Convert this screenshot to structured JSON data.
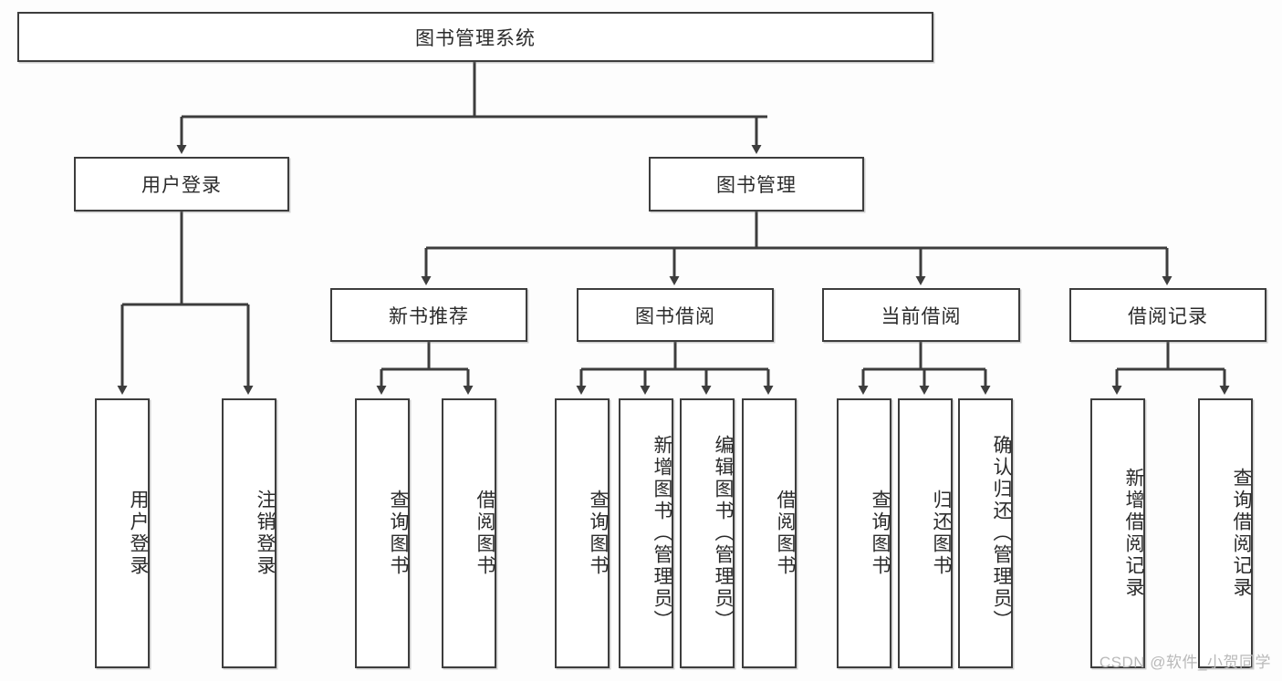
{
  "diagram": {
    "title_node": {
      "label": "图书管理系统"
    },
    "level2": [
      {
        "label": "用户登录"
      },
      {
        "label": "图书管理"
      }
    ],
    "level3": [
      {
        "label": "新书推荐"
      },
      {
        "label": "图书借阅"
      },
      {
        "label": "当前借阅"
      },
      {
        "label": "借阅记录"
      }
    ],
    "leaves": {
      "user_login": [
        {
          "label": "用户登录"
        },
        {
          "label": "注销登录"
        }
      ],
      "new_book_recommend": [
        {
          "label": "查询图书"
        },
        {
          "label": "借阅图书"
        }
      ],
      "book_borrow": [
        {
          "label": "查询图书"
        },
        {
          "label": "新增图书（管理员）"
        },
        {
          "label": "编辑图书（管理员）"
        },
        {
          "label": "借阅图书"
        }
      ],
      "current_borrow": [
        {
          "label": "查询图书"
        },
        {
          "label": "归还图书"
        },
        {
          "label": "确认归还（管理员）"
        }
      ],
      "borrow_record": [
        {
          "label": "新增借阅记录"
        },
        {
          "label": "查询借阅记录"
        }
      ]
    }
  },
  "watermark": {
    "text": "CSDN @软件_小贺同学"
  },
  "colors": {
    "box_border": "#3d3d3d",
    "box_fill": "#ffffff",
    "connector": "#3d3d3d",
    "text": "#2b2b2b",
    "background": "#fdfdfd",
    "watermark": "#b9b9b9"
  }
}
